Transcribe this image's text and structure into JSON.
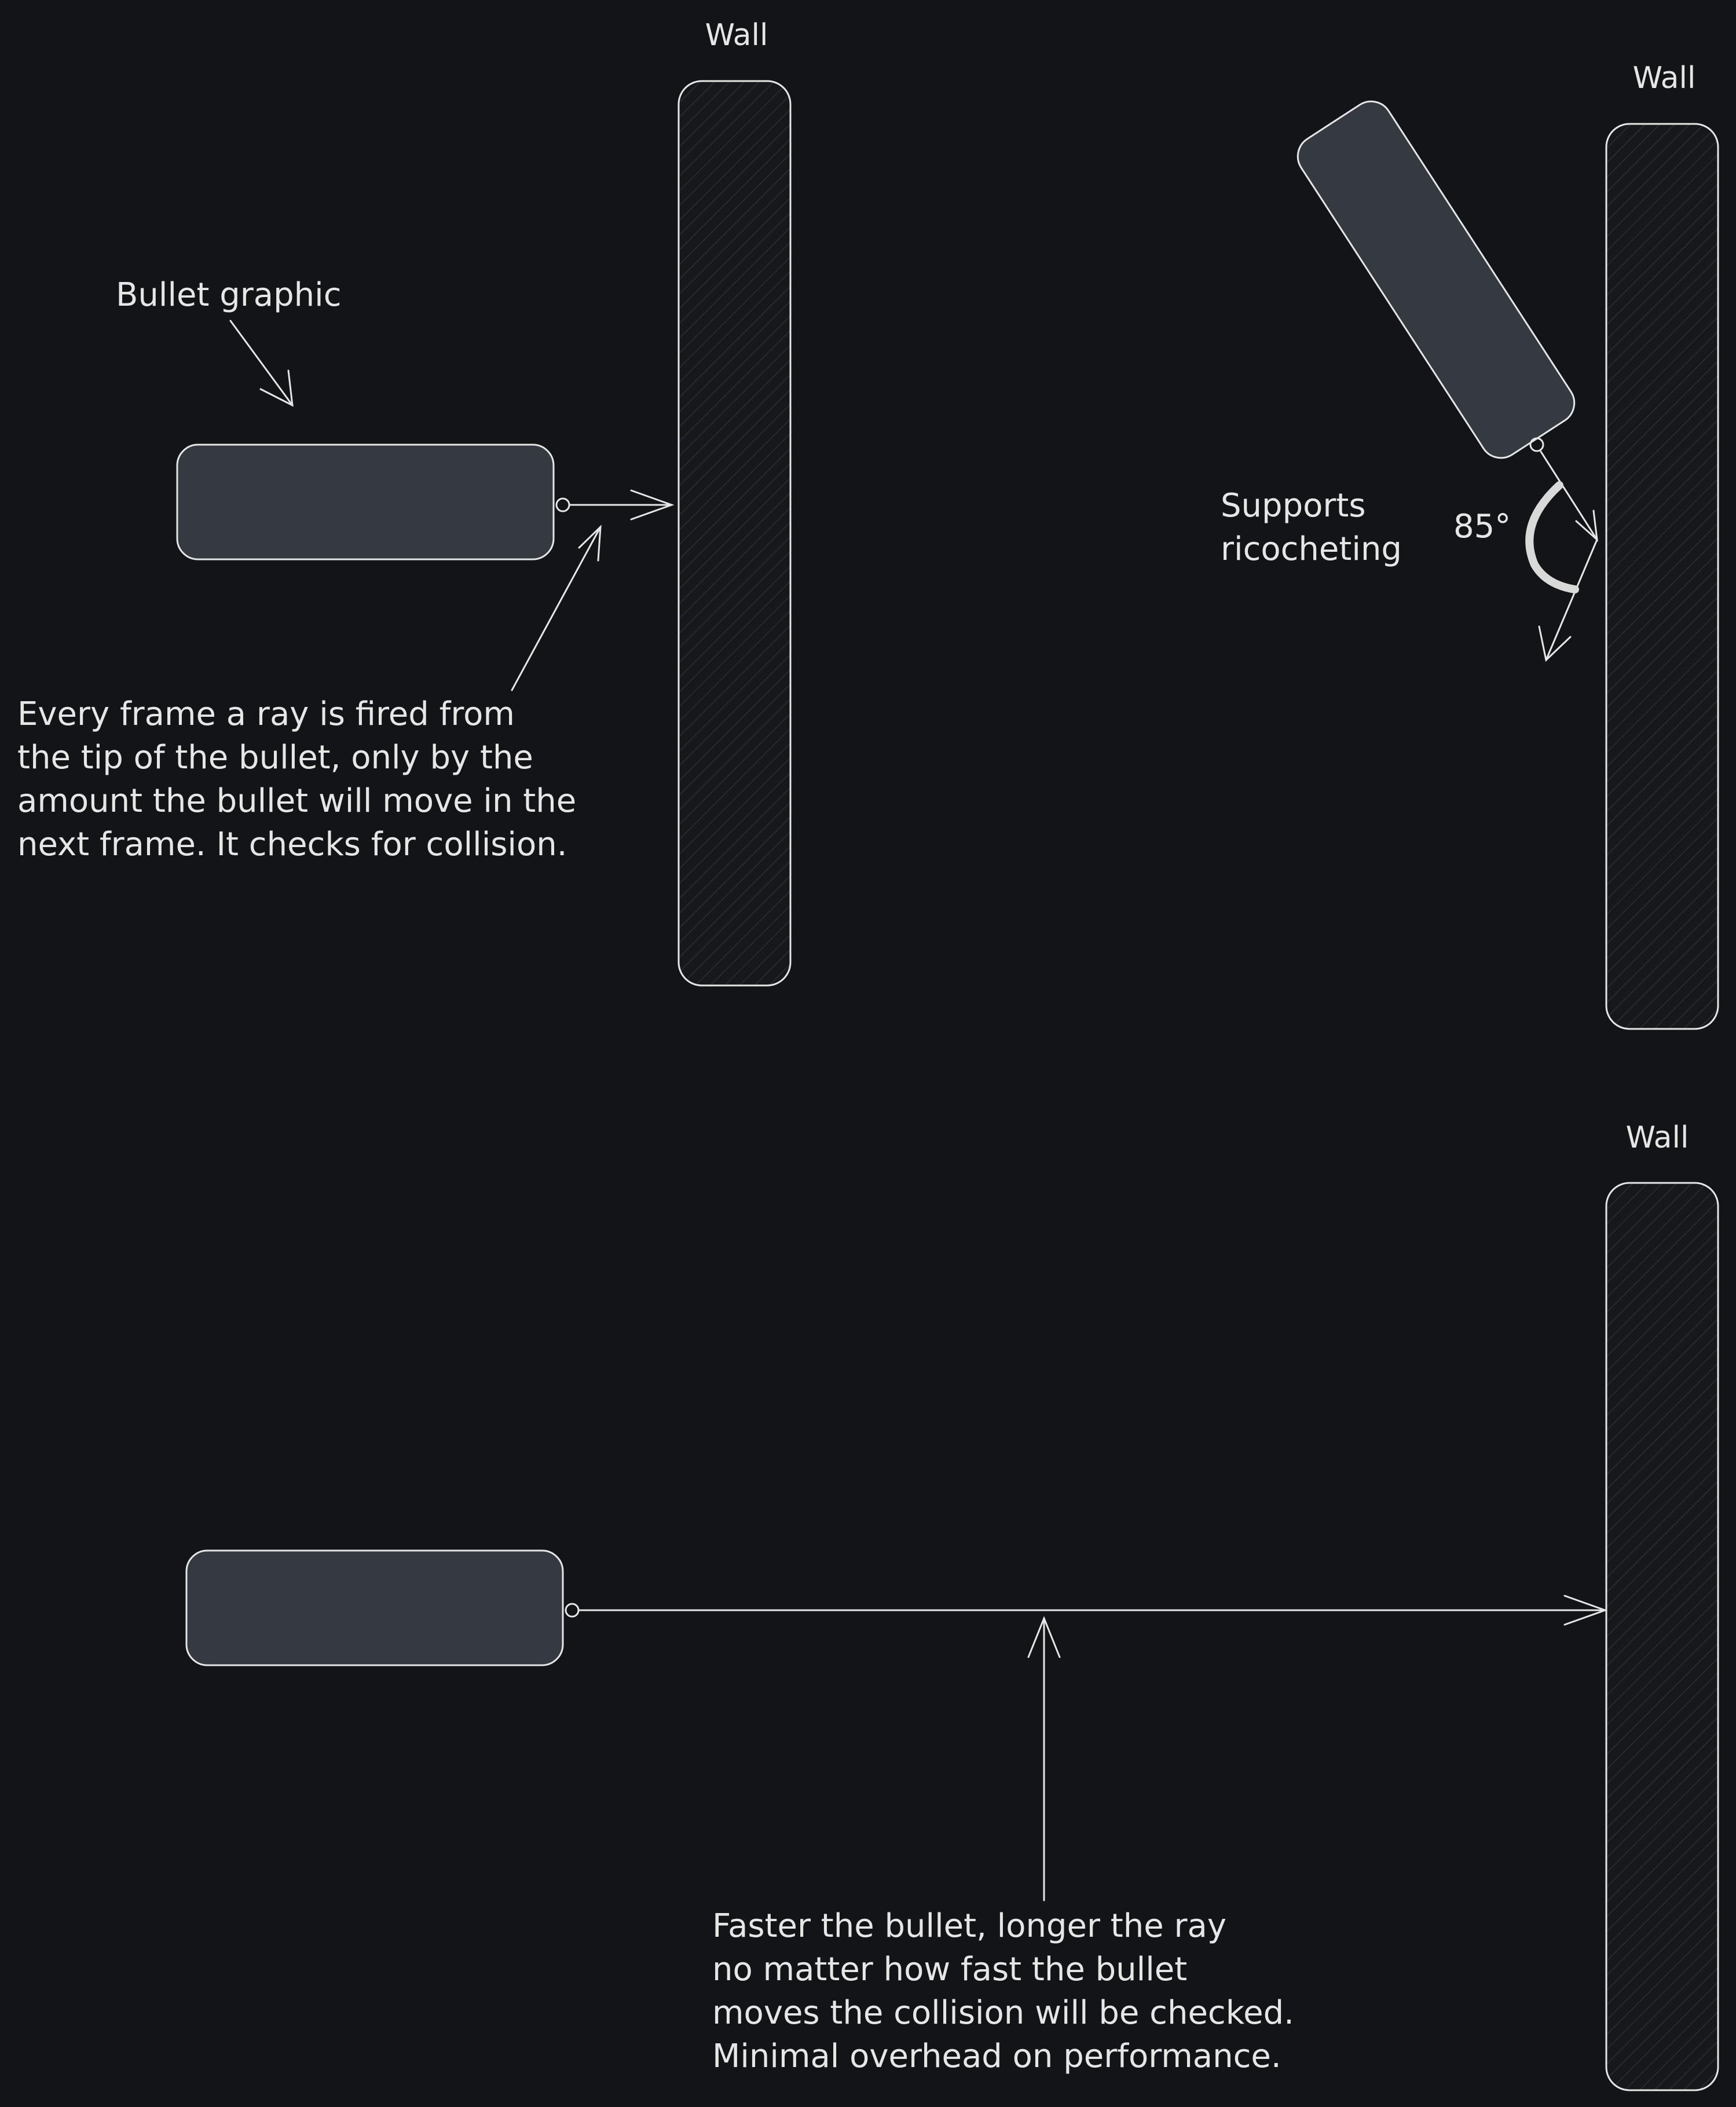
{
  "canvas": {
    "background": "#121418",
    "stroke": "#e6e6e6",
    "bullet_fill": "#343a40",
    "wall_fill": "#16181c",
    "hatch": "#2b2f35",
    "angle_mark": "#d9d9d9"
  },
  "labels": {
    "wall": "Wall",
    "bullet_graphic": "Bullet graphic",
    "ray_explanation": [
      "Every frame a ray is fired from",
      "the tip of the bullet, only by the",
      "amount the bullet will move in the",
      "next frame. It checks for collision."
    ],
    "ricochet": [
      "Supports",
      "ricocheting"
    ],
    "angle": "85°",
    "fast_bullet": [
      "Faster the bullet, longer the ray",
      "no matter how fast the bullet",
      "moves the collision will be checked.",
      "Minimal overhead on performance."
    ]
  }
}
